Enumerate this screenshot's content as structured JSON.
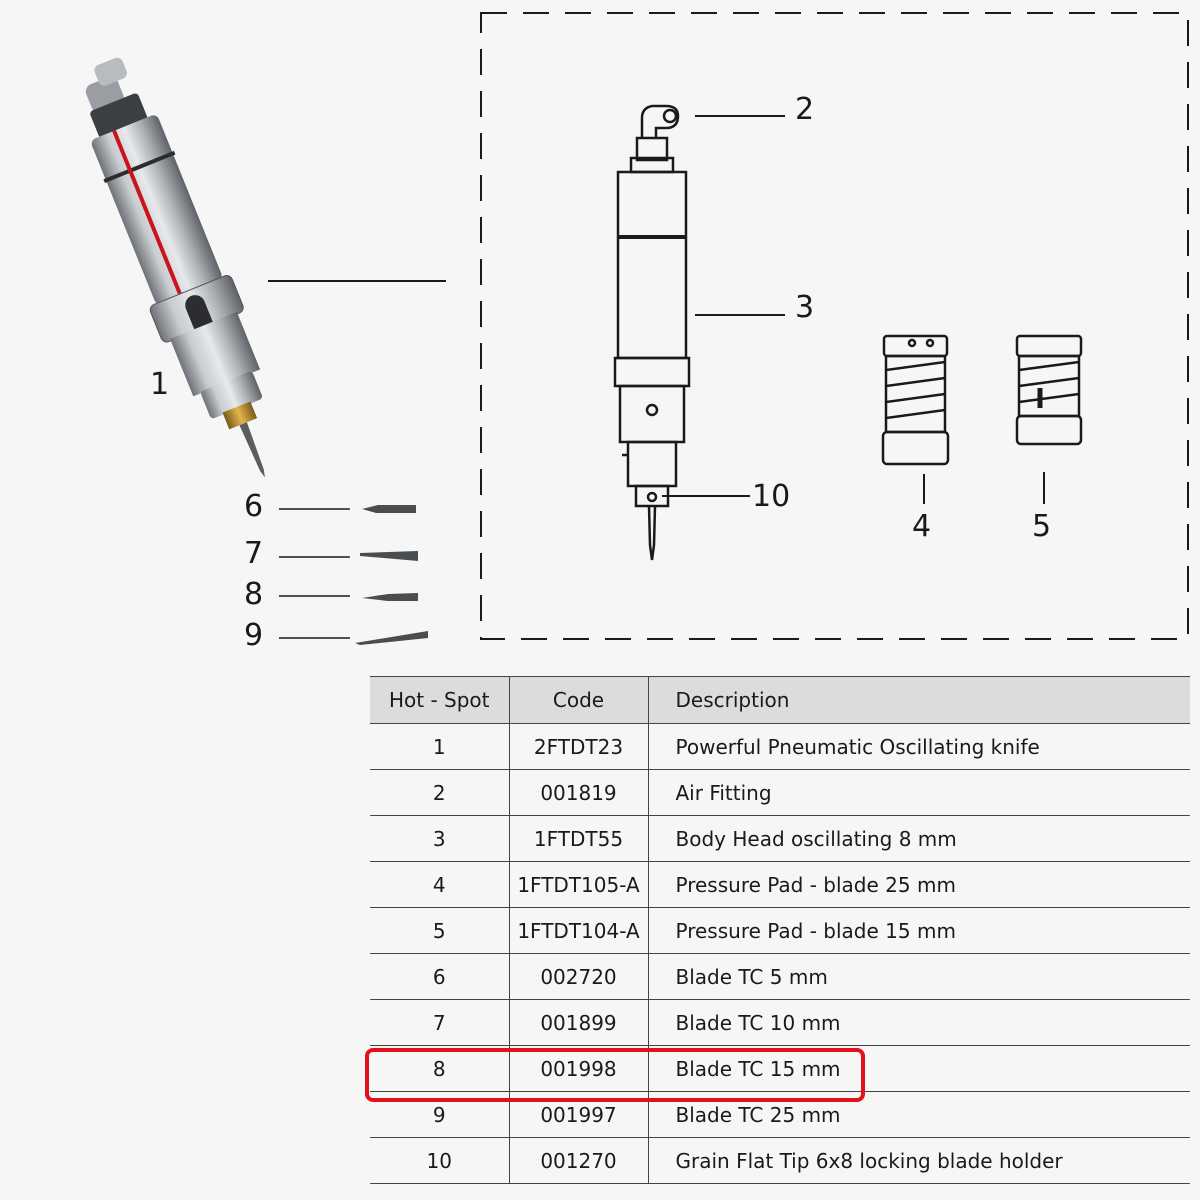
{
  "callouts": {
    "c1": "1",
    "c2": "2",
    "c3": "3",
    "c4": "4",
    "c5": "5",
    "c6": "6",
    "c7": "7",
    "c8": "8",
    "c9": "9",
    "c10": "10"
  },
  "table": {
    "headers": {
      "hotspot": "Hot - Spot",
      "code": "Code",
      "description": "Description"
    },
    "rows": [
      {
        "hotspot": "1",
        "code": "2FTDT23",
        "description": "Powerful Pneumatic Oscillating knife"
      },
      {
        "hotspot": "2",
        "code": "001819",
        "description": "Air Fitting"
      },
      {
        "hotspot": "3",
        "code": "1FTDT55",
        "description": "Body Head oscillating 8 mm"
      },
      {
        "hotspot": "4",
        "code": "1FTDT105-A",
        "description": "Pressure Pad - blade  25 mm"
      },
      {
        "hotspot": "5",
        "code": "1FTDT104-A",
        "description": "Pressure Pad - blade 15 mm"
      },
      {
        "hotspot": "6",
        "code": "002720",
        "description": "Blade TC 5 mm"
      },
      {
        "hotspot": "7",
        "code": "001899",
        "description": "Blade TC 10 mm"
      },
      {
        "hotspot": "8",
        "code": "001998",
        "description": "Blade TC 15 mm"
      },
      {
        "hotspot": "9",
        "code": "001997",
        "description": "Blade TC 25 mm"
      },
      {
        "hotspot": "10",
        "code": "001270",
        "description": "Grain Flat Tip 6x8 locking blade holder"
      }
    ],
    "highlighted_row": "8"
  },
  "colors": {
    "highlight": "#e3121a",
    "line": "#1a1a1a",
    "header_bg": "#dcdcdc",
    "accent_stripe": "#c8141c"
  }
}
